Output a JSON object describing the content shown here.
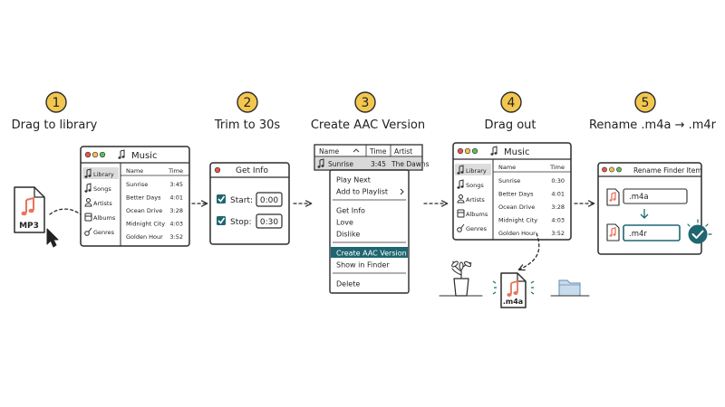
{
  "accent": "#f3c74f",
  "icon_accent": "#e8745a",
  "highlight": "#1f6670",
  "steps": [
    {
      "number": "1",
      "title": "Drag to library"
    },
    {
      "number": "2",
      "title": "Trim to 30s"
    },
    {
      "number": "3",
      "title": "Create AAC Version"
    },
    {
      "number": "4",
      "title": "Drag out"
    },
    {
      "number": "5",
      "title": "Rename .m4a → .m4r"
    }
  ],
  "mp3_file": {
    "label": "MP3"
  },
  "music_window": {
    "title": "Music",
    "sidebar": [
      {
        "label": "Library",
        "icon": "music-note-icon"
      },
      {
        "label": "Songs",
        "icon": "music-note-icon"
      },
      {
        "label": "Artists",
        "icon": "person-icon"
      },
      {
        "label": "Albums",
        "icon": "album-icon"
      },
      {
        "label": "Genres",
        "icon": "guitar-icon"
      }
    ],
    "columns": [
      "Name",
      "Time"
    ],
    "rows_step1": [
      [
        "Sunrise",
        "3:45"
      ],
      [
        "Better Days",
        "4:01"
      ],
      [
        "Ocean Drive",
        "3:28"
      ],
      [
        "Midnight City",
        "4:03"
      ],
      [
        "Golden Hour",
        "3:52"
      ]
    ],
    "rows_step4": [
      [
        "Sunrise",
        "0:30"
      ],
      [
        "Better Days",
        "4:01"
      ],
      [
        "Ocean Drive",
        "3:28"
      ],
      [
        "Midnight City",
        "4:03"
      ],
      [
        "Golden Hour",
        "3:52"
      ]
    ]
  },
  "get_info": {
    "title": "Get Info",
    "start_label": "Start:",
    "start_value": "0:00",
    "stop_label": "Stop:",
    "stop_value": "0:30"
  },
  "context": {
    "columns": [
      "Name",
      "Time",
      "Artist"
    ],
    "row": {
      "name": "Sunrise",
      "time": "3:45",
      "artist": "The Dawns"
    },
    "menu_groups": [
      [
        "Play Next",
        "Add to Playlist"
      ],
      [
        "Get Info",
        "Love",
        "Dislike"
      ],
      [
        "Create AAC Version",
        "Show in Finder"
      ],
      [
        "Delete"
      ]
    ],
    "highlighted_item": "Create AAC Version"
  },
  "m4a_file": {
    "label": ".m4a"
  },
  "rename": {
    "title": "Rename Finder Item",
    "from_value": ".m4a",
    "to_value": ".m4r"
  }
}
